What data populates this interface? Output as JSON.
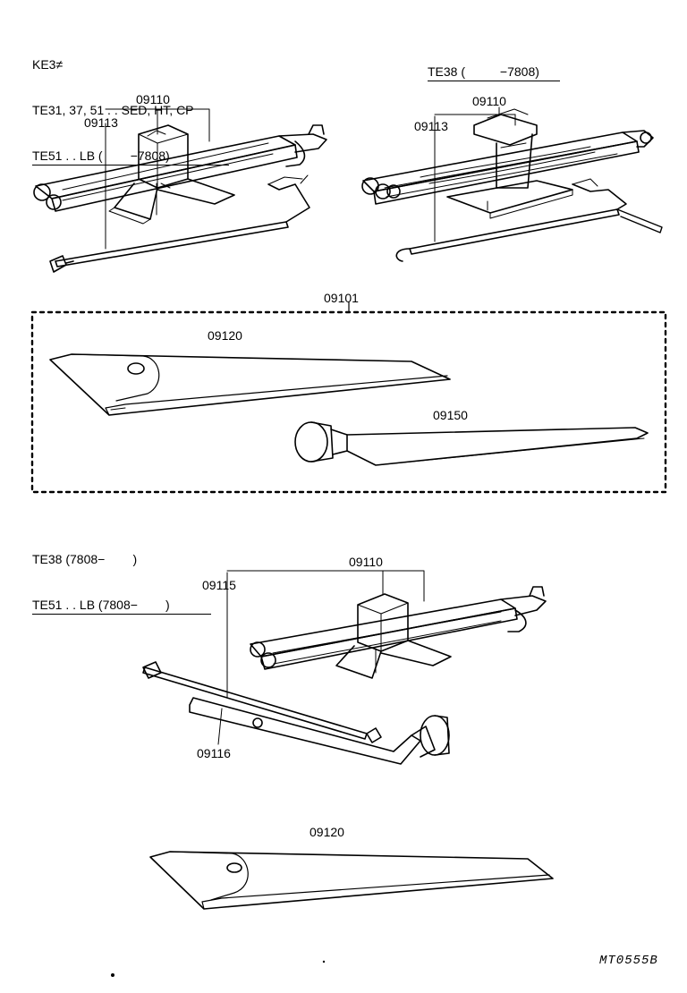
{
  "section_a": {
    "lines": [
      "KE3≠",
      "TE31, 37, 51 . . SED, HT, CP",
      "TE51 . . LB (        −7808)"
    ]
  },
  "section_b": {
    "title": "TE38 (          −7808)"
  },
  "section_c": {
    "lines": [
      "TE38 (7808−        )",
      "TE51 . . LB (7808−        )"
    ]
  },
  "parts": {
    "a_jack": "09110",
    "a_handle": "09113",
    "b_jack": "09110",
    "b_handle": "09113",
    "kit": "09101",
    "kit_bag": "09120",
    "kit_wrench": "09150",
    "c_jack": "09110",
    "c_handle": "09115",
    "c_wrench": "09116",
    "c_bag": "09120"
  },
  "illustration_code": "MT0555B"
}
